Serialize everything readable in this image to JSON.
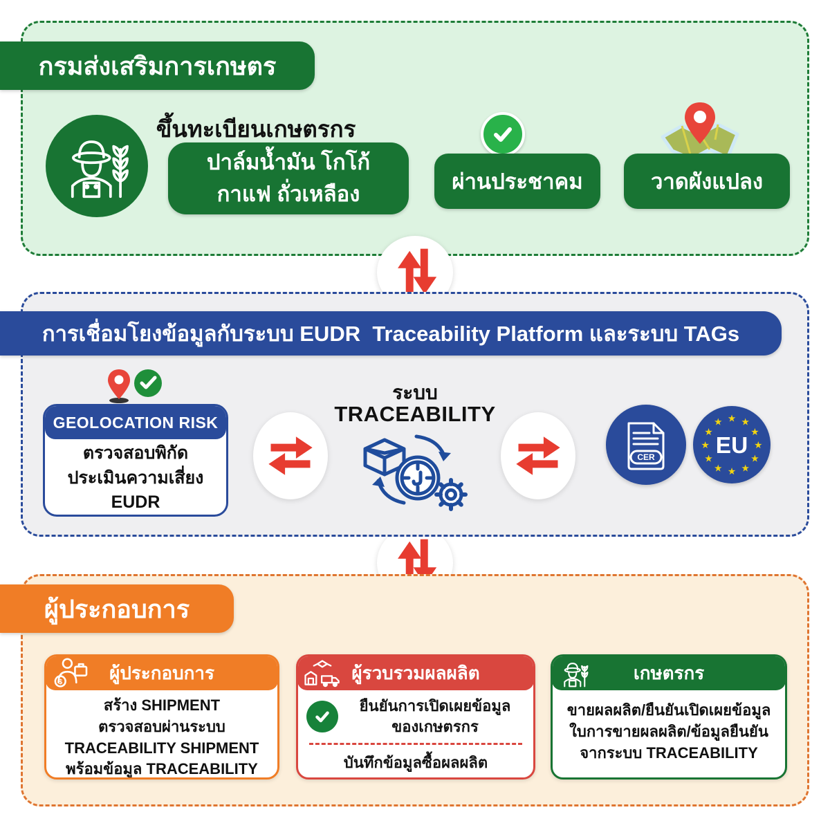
{
  "colors": {
    "dark_green": "#187433",
    "light_green_bg": "#ddf3e1",
    "bright_green_check": "#29b24a",
    "blue": "#2a4b9b",
    "gray_bg": "#efeff1",
    "red_arrow": "#e73c30",
    "orange": "#f07d26",
    "cream_bg": "#fcefdb",
    "card_red": "#d9473f",
    "eu_star_yellow": "#f2d411"
  },
  "top_section": {
    "header": "กรมส่งเสริมการเกษตร",
    "registration_title": "ขึ้นทะเบียนเกษตรกร",
    "crops_line1": "ปาล์มน้ำมัน โกโก้",
    "crops_line2": "กาแฟ ถั่วเหลือง",
    "community_button": "ผ่านประชาคม",
    "plot_button": "วาดผังแปลง"
  },
  "middle_section": {
    "header": "การเชื่อมโยงข้อมูลกับระบบ EUDR  Traceability Platform และระบบ TAGs",
    "geolocation_title": "GEOLOCATION RISK",
    "geolocation_lines": [
      "ตรวจสอบพิกัด",
      "ประเมินความเสี่ยง",
      "EUDR"
    ],
    "system_label": "ระบบ",
    "system_name": "TRACEABILITY",
    "cer_label": "CER",
    "eu_label": "EU"
  },
  "bottom_section": {
    "header": "ผู้ประกอบการ",
    "cards": [
      {
        "title": "ผู้ประกอบการ",
        "lines": [
          "สร้าง SHIPMENT",
          "ตรวจสอบผ่านระบบ",
          "TRACEABILITY SHIPMENT",
          "พร้อมข้อมูล TRACEABILITY"
        ]
      },
      {
        "title": "ผู้รวบรวมผลผลิต",
        "confirm_lines": [
          "ยืนยันการเปิดเผยข้อมูล",
          "ของเกษตรกร"
        ],
        "record_line": "บันทึกข้อมูลซื้อผลผลิต"
      },
      {
        "title": "เกษตรกร",
        "lines": [
          "ขายผลผลิต/ยืนยันเปิดเผยข้อมูล",
          "ใบการขายผลผลิต/ข้อมูลยืนยัน",
          "จากระบบ TRACEABILITY"
        ]
      }
    ]
  },
  "icons": {
    "coin_symbol": "$"
  }
}
